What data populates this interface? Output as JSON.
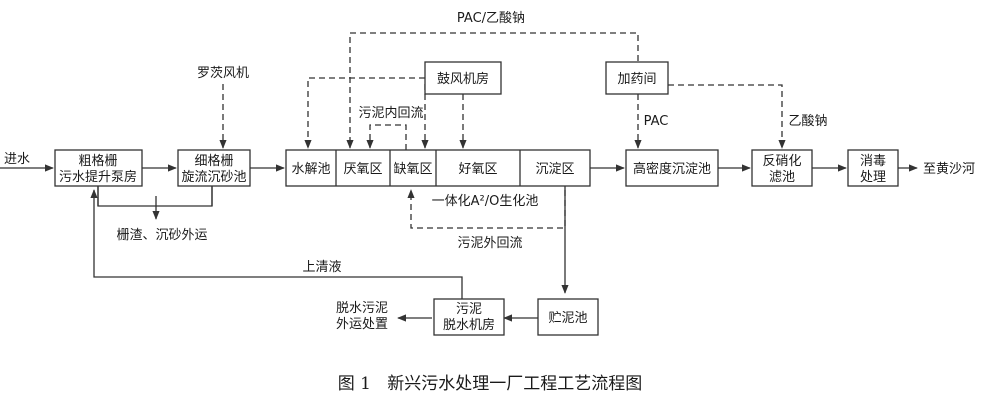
{
  "diagram": {
    "colors": {
      "line": "#333333",
      "box_fill": "#ffffff",
      "text": "#1a1a1a",
      "background": "#ffffff"
    },
    "nodes": {
      "inflow": "进水",
      "coarse_1": "粗格栅",
      "coarse_2": "污水提升泵房",
      "fine_1": "细格栅",
      "fine_2": "旋流沉砂池",
      "roots_blower": "罗茨风机",
      "hydrolysis": "水解池",
      "anaerobic": "厌氧区",
      "anoxic": "缺氧区",
      "aerobic": "好氧区",
      "sedimentation": "沉淀区",
      "blower_room": "鼓风机房",
      "dosing_room": "加药间",
      "high_density": "高密度沉淀池",
      "denitrify_1": "反硝化",
      "denitrify_2": "滤池",
      "disinfect_1": "消毒",
      "disinfect_2": "处理",
      "outflow": "至黄沙河",
      "sludge_tank": "贮泥池",
      "dewater_1": "污泥",
      "dewater_2": "脱水机房",
      "disposal_1": "脱水污泥",
      "disposal_2": "外运处置"
    },
    "labels": {
      "pac_acetate": "PAC/乙酸钠",
      "pac": "PAC",
      "acetate": "乙酸钠",
      "internal_return": "污泥内回流",
      "external_return": "污泥外回流",
      "integrated_bio": "一体化A²/O生化池",
      "screenings": "栅渣、沉砂外运",
      "supernatant": "上清液"
    },
    "caption": "图 1   新兴污水处理一厂工程工艺流程图"
  }
}
